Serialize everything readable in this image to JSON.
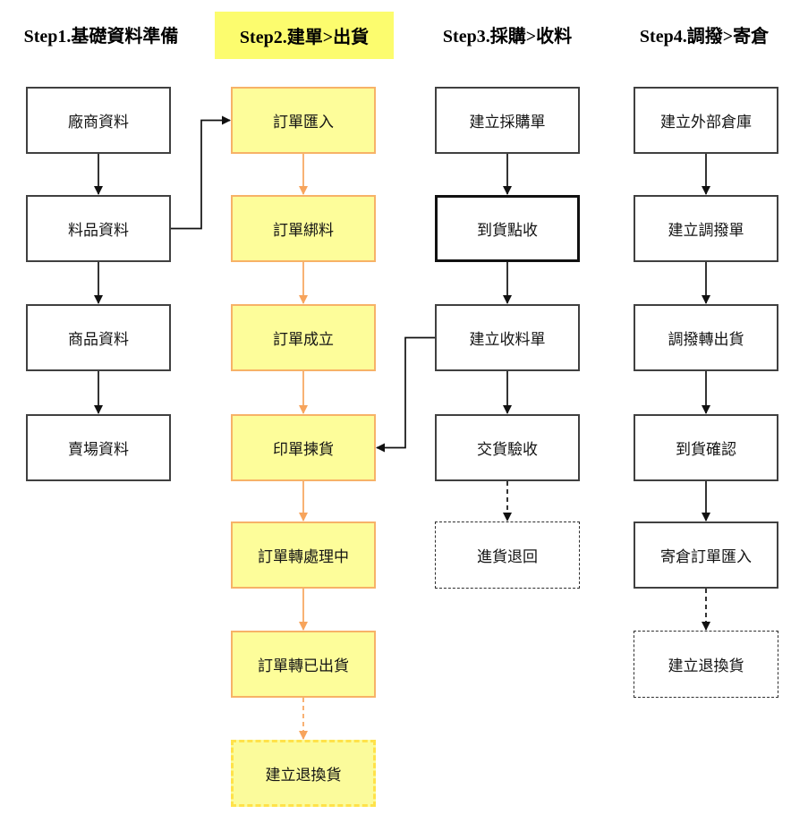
{
  "diagram": {
    "title": "order-purchase-transfer-flow",
    "colors": {
      "highlight_fill": "#FCFC6E",
      "yellow_node_fill": "#FDFD9A",
      "yellow_node_border": "#F7B267",
      "yellow_dashed_border": "#FFE24A",
      "orange_arrow": "#F7A45C",
      "black_arrow": "#111111",
      "dark_node_border": "#404040"
    },
    "columns": [
      {
        "header": {
          "label": "Step1.基礎資料準備",
          "highlighted": false
        },
        "nodes": [
          {
            "id": "vendor-data",
            "label": "廠商資料",
            "style": "solid"
          },
          {
            "id": "item-data",
            "label": "料品資料",
            "style": "solid"
          },
          {
            "id": "product-data",
            "label": "商品資料",
            "style": "solid"
          },
          {
            "id": "store-data",
            "label": "賣場資料",
            "style": "solid"
          }
        ]
      },
      {
        "header": {
          "label": "Step2.建單>出貨",
          "highlighted": true
        },
        "nodes": [
          {
            "id": "order-import",
            "label": "訂單匯入",
            "style": "yellow"
          },
          {
            "id": "order-bind-material",
            "label": "訂單綁料",
            "style": "yellow"
          },
          {
            "id": "order-established",
            "label": "訂單成立",
            "style": "yellow"
          },
          {
            "id": "print-picking",
            "label": "印單揀貨",
            "style": "yellow"
          },
          {
            "id": "order-to-processing",
            "label": "訂單轉處理中",
            "style": "yellow"
          },
          {
            "id": "order-to-shipped",
            "label": "訂單轉已出貨",
            "style": "yellow"
          },
          {
            "id": "create-return-exchange",
            "label": "建立退換貨",
            "style": "yellow-dashed"
          }
        ]
      },
      {
        "header": {
          "label": "Step3.採購>收料",
          "highlighted": false
        },
        "nodes": [
          {
            "id": "create-purchase-order",
            "label": "建立採購單",
            "style": "solid"
          },
          {
            "id": "arrival-check",
            "label": "到貨點收",
            "style": "bold"
          },
          {
            "id": "create-receiving-order",
            "label": "建立收料單",
            "style": "solid"
          },
          {
            "id": "delivery-acceptance",
            "label": "交貨驗收",
            "style": "solid"
          },
          {
            "id": "purchase-return",
            "label": "進貨退回",
            "style": "dashed"
          }
        ]
      },
      {
        "header": {
          "label": "Step4.調撥>寄倉",
          "highlighted": false
        },
        "nodes": [
          {
            "id": "create-external-warehouse",
            "label": "建立外部倉庫",
            "style": "solid"
          },
          {
            "id": "create-transfer-order",
            "label": "建立調撥單",
            "style": "solid"
          },
          {
            "id": "transfer-to-shipment",
            "label": "調撥轉出貨",
            "style": "solid"
          },
          {
            "id": "arrival-confirm",
            "label": "到貨確認",
            "style": "solid"
          },
          {
            "id": "consign-order-import",
            "label": "寄倉訂單匯入",
            "style": "solid"
          },
          {
            "id": "create-return-exchange-2",
            "label": "建立退換貨",
            "style": "dashed"
          }
        ]
      }
    ],
    "connectors": [
      {
        "from": "vendor-data",
        "to": "item-data",
        "color": "black",
        "dashed": false
      },
      {
        "from": "item-data",
        "to": "product-data",
        "color": "black",
        "dashed": false
      },
      {
        "from": "product-data",
        "to": "store-data",
        "color": "black",
        "dashed": false
      },
      {
        "from": "item-data",
        "to": "order-import",
        "color": "black",
        "dashed": false
      },
      {
        "from": "order-import",
        "to": "order-bind-material",
        "color": "orange",
        "dashed": false
      },
      {
        "from": "order-bind-material",
        "to": "order-established",
        "color": "orange",
        "dashed": false
      },
      {
        "from": "order-established",
        "to": "print-picking",
        "color": "orange",
        "dashed": false
      },
      {
        "from": "print-picking",
        "to": "order-to-processing",
        "color": "orange",
        "dashed": false
      },
      {
        "from": "order-to-processing",
        "to": "order-to-shipped",
        "color": "orange",
        "dashed": false
      },
      {
        "from": "order-to-shipped",
        "to": "create-return-exchange",
        "color": "orange",
        "dashed": true
      },
      {
        "from": "create-purchase-order",
        "to": "arrival-check",
        "color": "black",
        "dashed": false
      },
      {
        "from": "arrival-check",
        "to": "create-receiving-order",
        "color": "black",
        "dashed": false
      },
      {
        "from": "create-receiving-order",
        "to": "delivery-acceptance",
        "color": "black",
        "dashed": false
      },
      {
        "from": "delivery-acceptance",
        "to": "purchase-return",
        "color": "black",
        "dashed": true
      },
      {
        "from": "create-receiving-order",
        "to": "print-picking",
        "color": "black",
        "dashed": false
      },
      {
        "from": "create-external-warehouse",
        "to": "create-transfer-order",
        "color": "black",
        "dashed": false
      },
      {
        "from": "create-transfer-order",
        "to": "transfer-to-shipment",
        "color": "black",
        "dashed": false
      },
      {
        "from": "transfer-to-shipment",
        "to": "arrival-confirm",
        "color": "black",
        "dashed": false
      },
      {
        "from": "arrival-confirm",
        "to": "consign-order-import",
        "color": "black",
        "dashed": false
      },
      {
        "from": "consign-order-import",
        "to": "create-return-exchange-2",
        "color": "black",
        "dashed": true
      }
    ]
  }
}
